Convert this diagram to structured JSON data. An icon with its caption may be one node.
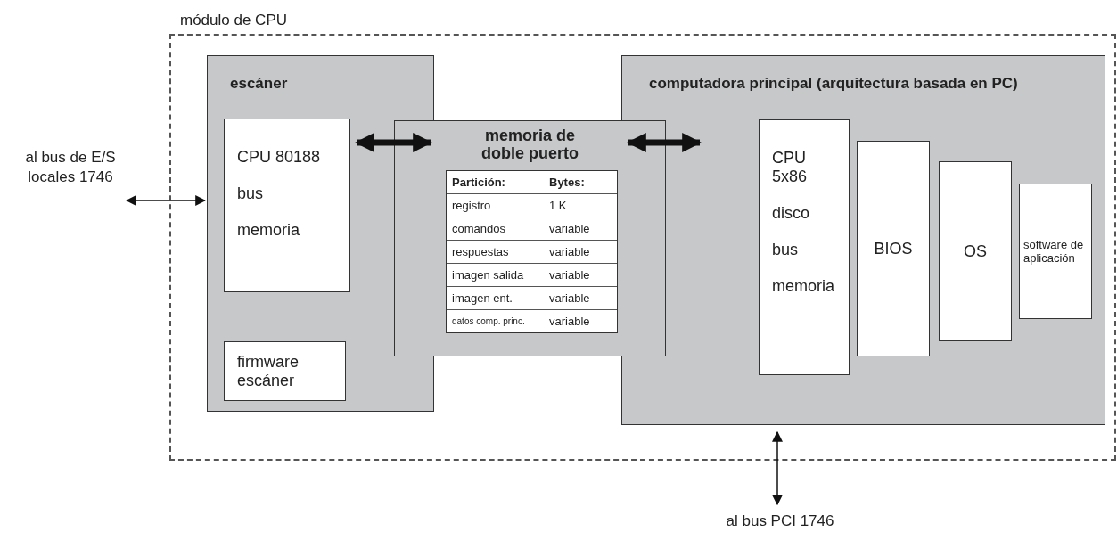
{
  "diagram": {
    "nodes": [
      {
        "text": [
          "módulo de CPU"
        ]
      },
      {
        "text": [
          "escáner"
        ],
        "in": 0
      },
      {
        "text": [
          "CPU 80188",
          "bus",
          "memoria"
        ],
        "in": 1
      },
      {
        "text": [
          "firmware escáner"
        ],
        "in": 1
      },
      {
        "text": [
          "memoria de doble puerto"
        ],
        "in": 0
      },
      {
        "text": [
          "computadora principal (arquitectura basada en PC)"
        ],
        "in": 0
      },
      {
        "text": [
          "CPU 5x86",
          "disco",
          "bus",
          "memoria"
        ],
        "in": 5
      },
      {
        "text": [
          "BIOS"
        ],
        "in": 5
      },
      {
        "text": [
          "OS"
        ],
        "in": 5
      },
      {
        "text": [
          "software de aplicación"
        ],
        "in": 5
      },
      {
        "text": [
          "al bus de E/S locales 1746"
        ]
      },
      {
        "text": [
          "al bus PCI 1746"
        ]
      }
    ],
    "edges": [
      {
        "from": 10,
        "to": 1,
        "arrow": "both"
      },
      {
        "from": 2,
        "to": 4,
        "arrow": "both",
        "style": "thick"
      },
      {
        "from": 4,
        "to": 5,
        "arrow": "both",
        "style": "thick"
      },
      {
        "from": 11,
        "to": 5,
        "arrow": "both"
      }
    ],
    "labels": [
      "Partición:",
      "Bytes:",
      "registro",
      "1 K",
      "comandos",
      "variable",
      "respuestas",
      "variable",
      "imagen salida",
      "variable",
      "imagen ent.",
      "variable",
      "datos comp. princ.",
      "variable"
    ]
  }
}
